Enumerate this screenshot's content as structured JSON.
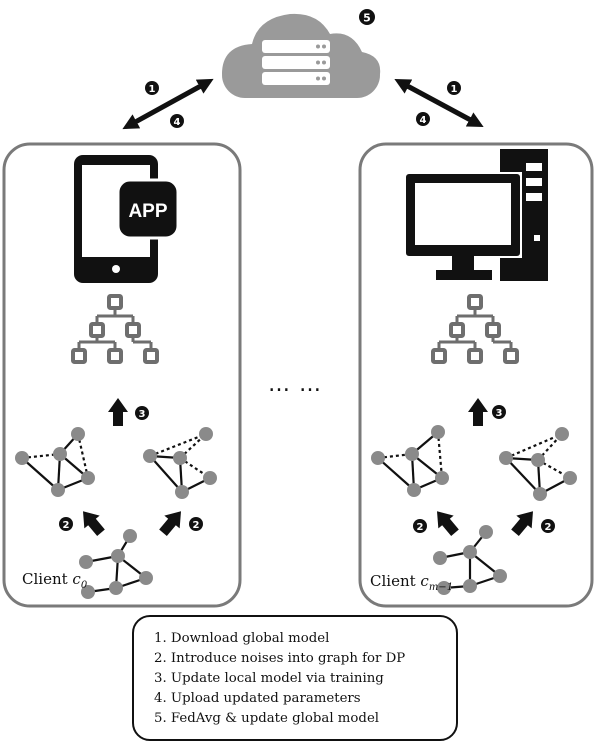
{
  "server": {
    "badge": "5"
  },
  "link_badges": {
    "download": "1",
    "upload": "4"
  },
  "local_badges": {
    "noise": "2",
    "train": "3"
  },
  "app_label": "APP",
  "ellipsis": "… …",
  "clients": [
    {
      "name": "Client",
      "symbol": "c",
      "subscript": "0",
      "device": "phone-icon"
    },
    {
      "name": "Client",
      "symbol": "c",
      "subscript": "m−1",
      "device": "desktop-computer-icon"
    }
  ],
  "legend": {
    "steps": [
      "1. Download global model",
      "2. Introduce noises into graph for DP",
      "3. Update local model via training",
      "4. Upload updated parameters",
      "5. FedAvg & update global model"
    ]
  },
  "colors": {
    "node": "#8a8a8a",
    "model": "#6e6e6e",
    "cloud": "#9a9a9a",
    "outline": "#7a7a7a",
    "ink": "#111111"
  }
}
